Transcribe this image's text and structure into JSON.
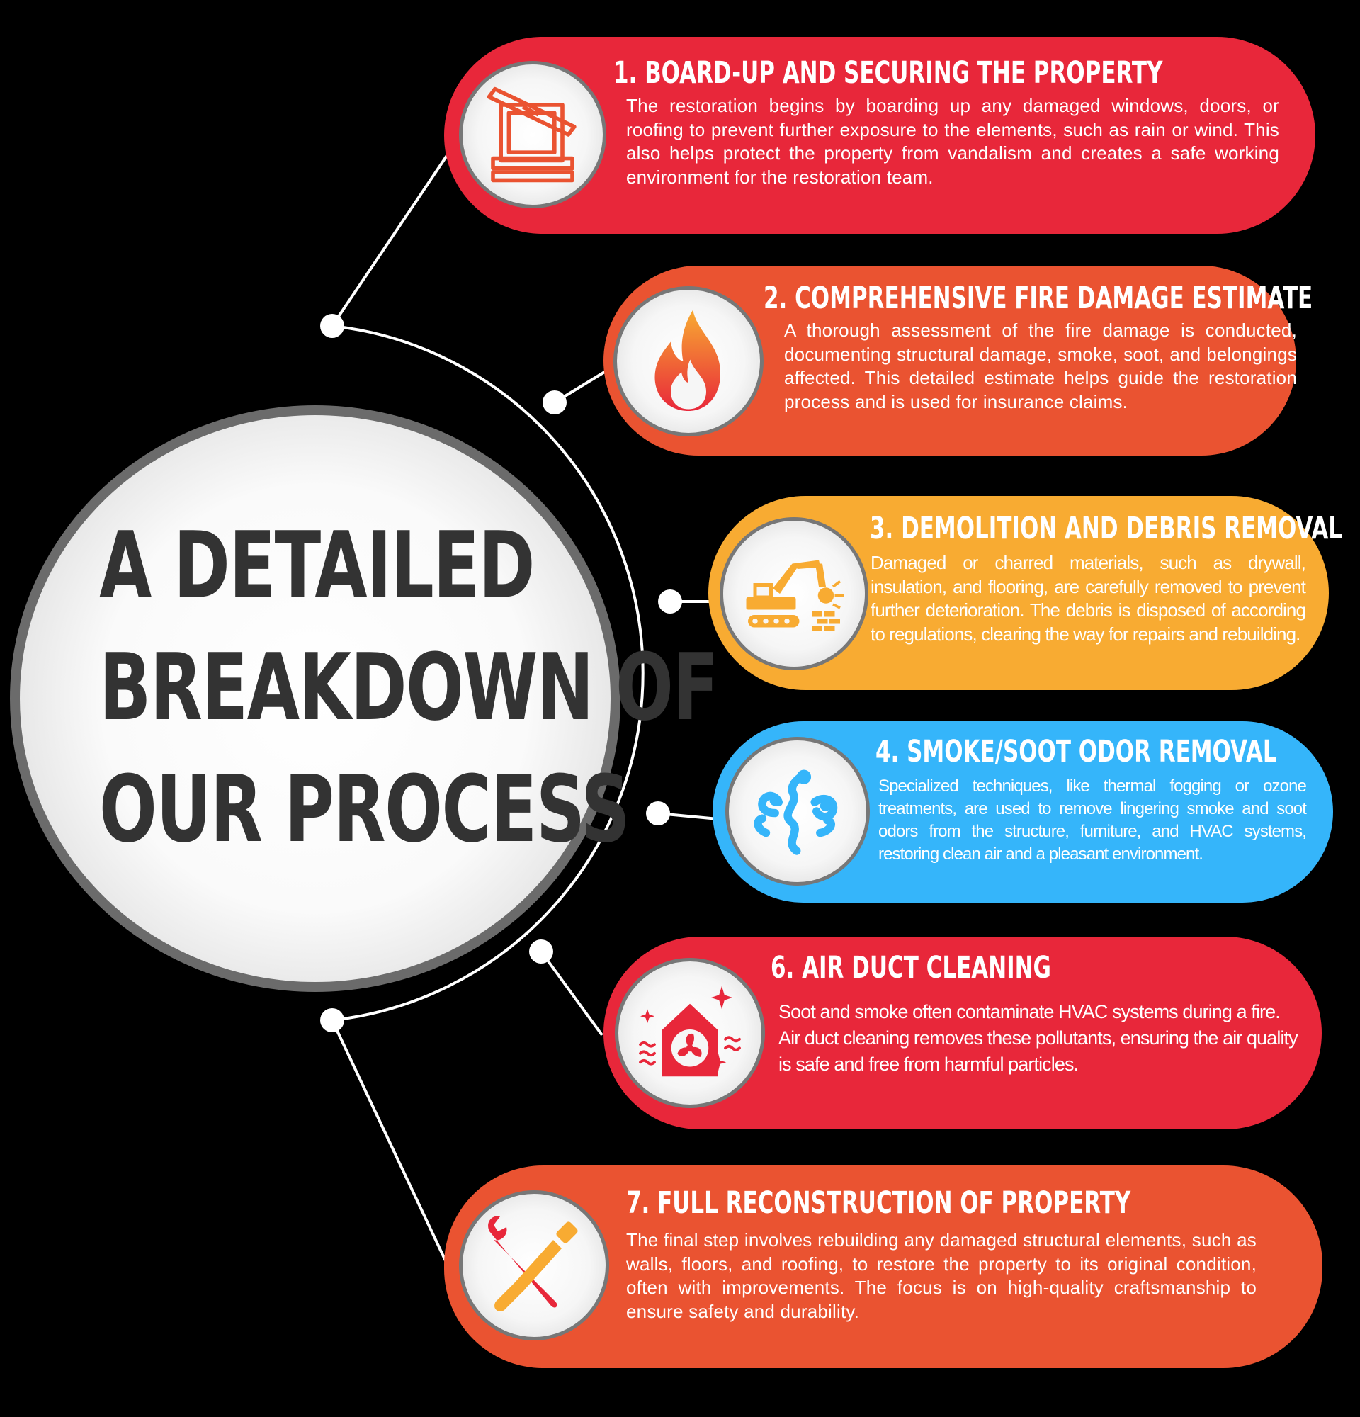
{
  "heading": {
    "lines": [
      "A DETAILED",
      "BREAKDOWN OF",
      "OUR PROCESS"
    ]
  },
  "colors": {
    "red": "#e8273a",
    "orange": "#ea5331",
    "amber": "#f8ab32",
    "blue": "#35b5fa",
    "line": "#ffffff",
    "hub_text": "#333333"
  },
  "steps": [
    {
      "title": "1. BOARD-UP AND SECURING THE PROPERTY",
      "text": "The restoration begins by boarding up any damaged windows, doors, or roofing to prevent further exposure to the elements, such as rain or wind. This also helps protect the property from vandalism and creates a safe working environment for the restoration team.",
      "icon": "boarded-window-icon",
      "color": "#e8273a"
    },
    {
      "title": "2. COMPREHENSIVE FIRE DAMAGE ESTIMATE",
      "text": "A thorough assessment of the fire damage is conducted, documenting structural damage, smoke, soot, and belongings affected. This detailed estimate helps guide the restoration process and is used for insurance claims.",
      "icon": "fire-icon",
      "color": "#ea5331"
    },
    {
      "title": "3. DEMOLITION AND DEBRIS REMOVAL",
      "text": "Damaged or charred materials, such as drywall, insulation, and flooring, are carefully removed to prevent further deterioration. The debris is disposed of according to regulations, clearing the way for repairs and rebuilding.",
      "icon": "excavator-icon",
      "color": "#f8ab32"
    },
    {
      "title": "4. SMOKE/SOOT ODOR REMOVAL",
      "text": "Specialized techniques, like thermal fogging or ozone treatments, are used to remove lingering smoke and soot odors from the structure, furniture, and HVAC systems, restoring clean air and a pleasant environment.",
      "icon": "smoke-icon",
      "color": "#35b5fa"
    },
    {
      "title": "6. AIR DUCT CLEANING",
      "text": "Soot and smoke often contaminate HVAC systems during a fire. Air duct cleaning removes these pollutants, ensuring the air quality is safe and free from harmful particles.",
      "icon": "house-fan-icon",
      "color": "#e8273a"
    },
    {
      "title": "7. FULL RECONSTRUCTION OF PROPERTY",
      "text": "The final step involves rebuilding any damaged structural elements, such as walls, floors, and roofing, to restore the property to its original condition, often with improvements. The focus is on high-quality craftsmanship to ensure safety and durability.",
      "icon": "wrench-screwdriver-icon",
      "color": "#ea5331"
    }
  ]
}
